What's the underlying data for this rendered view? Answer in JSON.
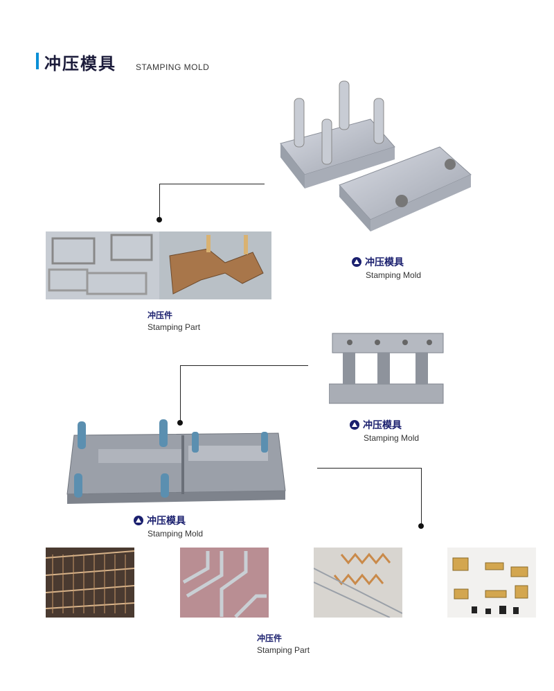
{
  "header": {
    "title_cn": "冲压模具",
    "title_en": "STAMPING MOLD",
    "accent": "#0a8fd6"
  },
  "captions": {
    "mold1": {
      "cn": "冲压模具",
      "en": "Stamping Mold"
    },
    "part1": {
      "cn": "冲压件",
      "en": "Stamping Part"
    },
    "mold2": {
      "cn": "冲压模具",
      "en": "Stamping Mold"
    },
    "mold3": {
      "cn": "冲压模具",
      "en": "Stamping Mold"
    },
    "part2": {
      "cn": "冲压件",
      "en": "Stamping Part"
    }
  },
  "colors": {
    "caption_navy": "#1a1f6e",
    "metal": "#b9bcc4",
    "copper": "#c98a4a",
    "blue_pillar": "#5b8fb0"
  }
}
